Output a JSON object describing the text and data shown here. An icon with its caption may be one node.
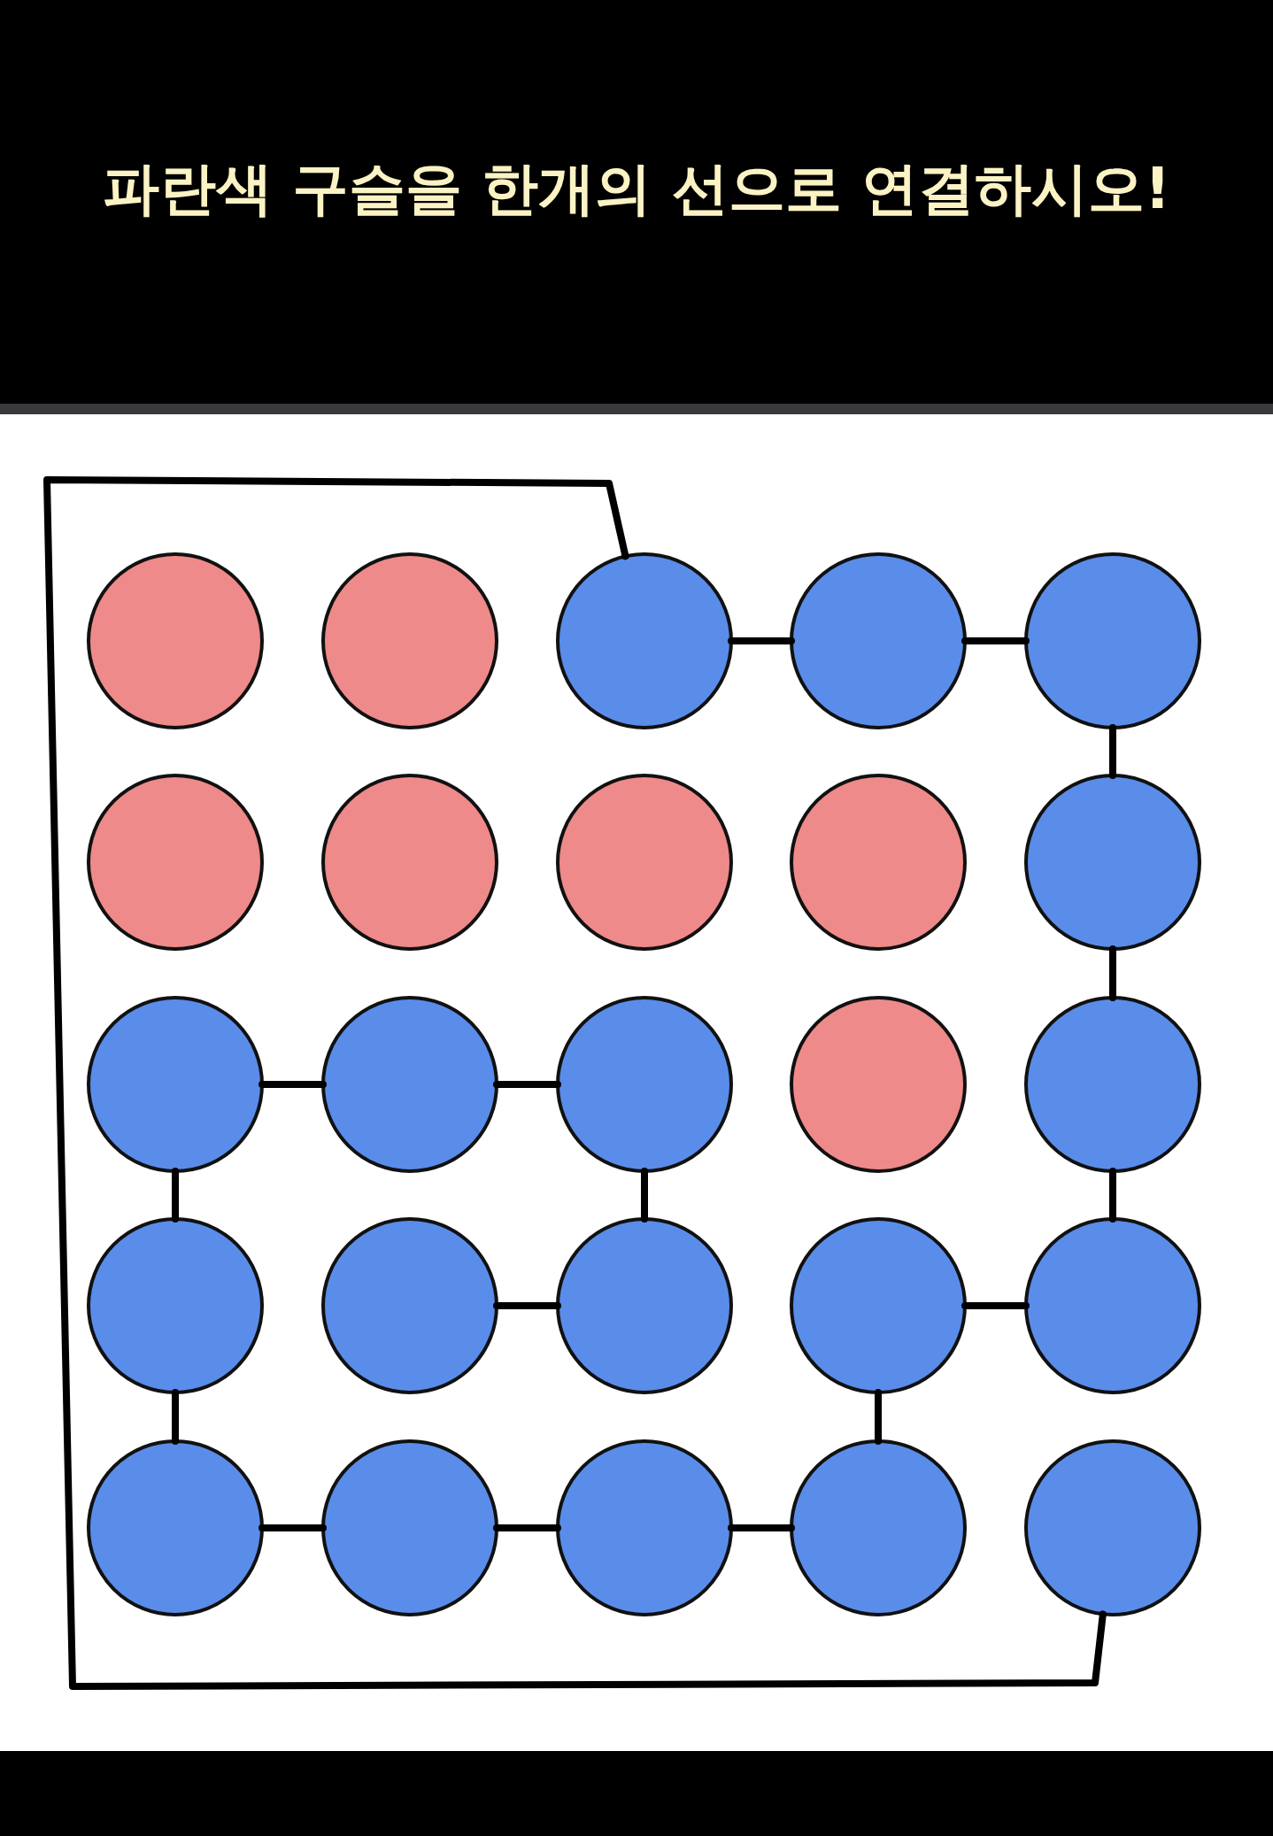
{
  "diagram": {
    "title": "파란색 구슬을 한개의 선으로 연결하시오!",
    "nodes": [
      {
        "text": [],
        "shape": "circle"
      },
      {
        "text": [],
        "shape": "circle"
      },
      {
        "text": [],
        "shape": "circle"
      },
      {
        "text": [],
        "shape": "circle"
      },
      {
        "text": [],
        "shape": "circle"
      },
      {
        "text": [],
        "shape": "circle"
      },
      {
        "text": [],
        "shape": "circle"
      },
      {
        "text": [],
        "shape": "circle"
      },
      {
        "text": [],
        "shape": "circle"
      },
      {
        "text": [],
        "shape": "circle"
      },
      {
        "text": [],
        "shape": "circle"
      },
      {
        "text": [],
        "shape": "circle"
      },
      {
        "text": [],
        "shape": "circle"
      },
      {
        "text": [],
        "shape": "circle"
      },
      {
        "text": [],
        "shape": "circle"
      },
      {
        "text": [],
        "shape": "circle"
      },
      {
        "text": [],
        "shape": "circle"
      },
      {
        "text": [],
        "shape": "circle"
      },
      {
        "text": [],
        "shape": "circle"
      },
      {
        "text": [],
        "shape": "circle"
      },
      {
        "text": [],
        "shape": "circle"
      },
      {
        "text": [],
        "shape": "circle"
      },
      {
        "text": [],
        "shape": "circle"
      },
      {
        "text": [],
        "shape": "circle"
      },
      {
        "text": [],
        "shape": "circle"
      }
    ],
    "edges": [
      {
        "from": 16,
        "to": 17,
        "arrow": "none"
      },
      {
        "from": 17,
        "to": 12,
        "arrow": "none"
      },
      {
        "from": 12,
        "to": 11,
        "arrow": "none"
      },
      {
        "from": 11,
        "to": 10,
        "arrow": "none"
      },
      {
        "from": 10,
        "to": 15,
        "arrow": "none"
      },
      {
        "from": 15,
        "to": 20,
        "arrow": "none"
      },
      {
        "from": 20,
        "to": 21,
        "arrow": "none"
      },
      {
        "from": 21,
        "to": 22,
        "arrow": "none"
      },
      {
        "from": 22,
        "to": 23,
        "arrow": "none"
      },
      {
        "from": 23,
        "to": 18,
        "arrow": "none"
      },
      {
        "from": 18,
        "to": 19,
        "arrow": "none"
      },
      {
        "from": 19,
        "to": 14,
        "arrow": "none"
      },
      {
        "from": 14,
        "to": 9,
        "arrow": "none"
      },
      {
        "from": 9,
        "to": 4,
        "arrow": "none"
      },
      {
        "from": 4,
        "to": 3,
        "arrow": "none"
      },
      {
        "from": 3,
        "to": 2,
        "arrow": "none"
      },
      {
        "from": 2,
        "to": 24,
        "arrow": "none"
      }
    ]
  }
}
